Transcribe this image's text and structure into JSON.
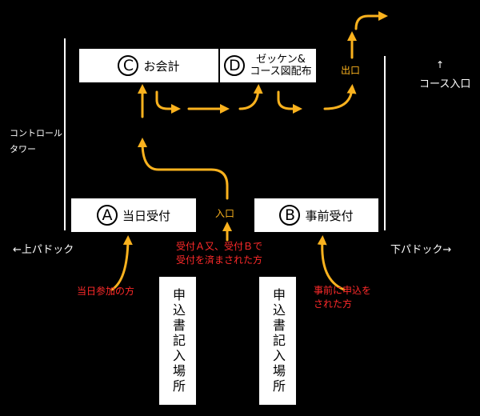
{
  "colors": {
    "arrow": "#fab21e",
    "note": "#ff2a2a",
    "text": "#ffffff",
    "box": "#ffffff",
    "background": "#000000"
  },
  "stations": {
    "c": {
      "letter": "C",
      "label": "お会計"
    },
    "d": {
      "letter": "D",
      "label": "ゼッケン&\nコース図配布"
    },
    "a": {
      "letter": "A",
      "label": "当日受付"
    },
    "b": {
      "letter": "B",
      "label": "事前受付"
    }
  },
  "labels": {
    "control_tower": "コントロール\nタワー",
    "course_entrance_arrow": "↑",
    "course_entrance": "コース入口",
    "upper_paddock": "←上パドック",
    "lower_paddock": "下パドック→",
    "entrance": "入口",
    "exit": "出口"
  },
  "notes": {
    "same_day": "当日参加の方",
    "done_ab": "受付Ａ又、受付Ｂで\n受付を済まされた方",
    "pre_registered": "事前に申込を\nされた方"
  },
  "form_stations": [
    {
      "label": "申込書記入場所"
    },
    {
      "label": "申込書記入場所"
    }
  ]
}
